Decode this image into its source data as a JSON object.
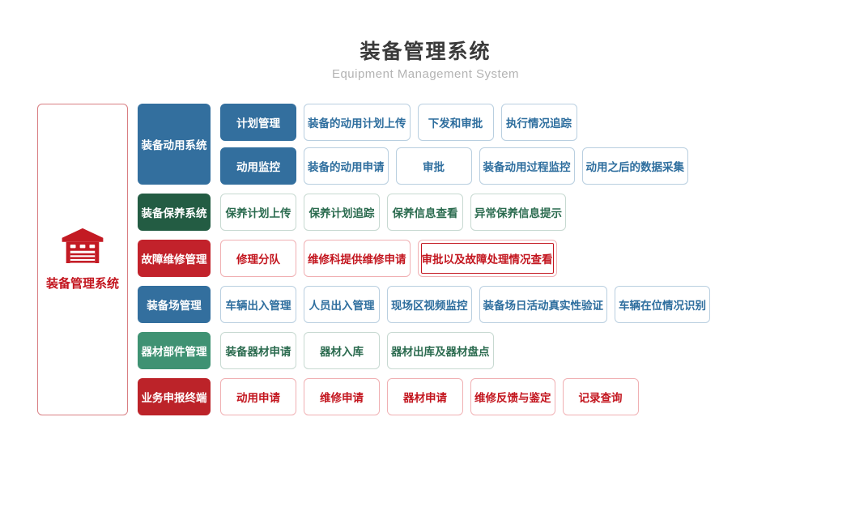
{
  "header": {
    "title": "装备管理系统",
    "subtitle": "Equipment Management System"
  },
  "root": {
    "label": "装备管理系统",
    "icon": "warehouse-icon"
  },
  "colors": {
    "blue": "#336f9e",
    "dark_green": "#235c43",
    "red": "#c2222b",
    "green": "#3f9273",
    "dark_red": "#bc2329",
    "accent_red": "#c3161f",
    "blue_outline_border": "#b9cfe0",
    "green_outline_border": "#c7d9d1",
    "red_outline_border": "#f0b0b3",
    "title_text": "#3a3a3a",
    "subtitle_text": "#b3b3b3"
  },
  "groups": [
    {
      "category": {
        "label": "装备动用系统",
        "theme": "blue"
      },
      "rows": [
        {
          "items": [
            {
              "label": "计划管理",
              "style": "blue-solid"
            },
            {
              "label": "装备的动用计划上传",
              "style": "blue-outline"
            },
            {
              "label": "下发和审批",
              "style": "blue-outline"
            },
            {
              "label": "执行情况追踪",
              "style": "blue-outline"
            }
          ]
        },
        {
          "items": [
            {
              "label": "动用监控",
              "style": "blue-solid"
            },
            {
              "label": "装备的动用申请",
              "style": "blue-outline"
            },
            {
              "label": "审批",
              "style": "blue-outline"
            },
            {
              "label": "装备动用过程监控",
              "style": "blue-outline"
            },
            {
              "label": "动用之后的数据采集",
              "style": "blue-outline"
            }
          ]
        }
      ]
    },
    {
      "category": {
        "label": "装备保养系统",
        "theme": "dark-green"
      },
      "rows": [
        {
          "items": [
            {
              "label": "保养计划上传",
              "style": "green-outline"
            },
            {
              "label": "保养计划追踪",
              "style": "green-outline"
            },
            {
              "label": "保养信息查看",
              "style": "green-outline"
            },
            {
              "label": "异常保养信息提示",
              "style": "green-outline"
            }
          ]
        }
      ]
    },
    {
      "category": {
        "label": "故障维修管理",
        "theme": "red"
      },
      "rows": [
        {
          "items": [
            {
              "label": "修理分队",
              "style": "red-outline"
            },
            {
              "label": "维修科提供维修申请",
              "style": "red-outline"
            },
            {
              "label": "审批以及故障处理情况查看",
              "style": "red-outline-double"
            }
          ]
        }
      ]
    },
    {
      "category": {
        "label": "装备场管理",
        "theme": "blue"
      },
      "rows": [
        {
          "items": [
            {
              "label": "车辆出入管理",
              "style": "blue-outline"
            },
            {
              "label": "人员出入管理",
              "style": "blue-outline"
            },
            {
              "label": "现场区视频监控",
              "style": "blue-outline"
            },
            {
              "label": "装备场日活动真实性验证",
              "style": "blue-outline"
            },
            {
              "label": "车辆在位情况识别",
              "style": "blue-outline"
            }
          ]
        }
      ]
    },
    {
      "category": {
        "label": "器材部件管理",
        "theme": "green"
      },
      "rows": [
        {
          "items": [
            {
              "label": "装备器材申请",
              "style": "green-outline"
            },
            {
              "label": "器材入库",
              "style": "green-outline"
            },
            {
              "label": "器材出库及器材盘点",
              "style": "green-outline"
            }
          ]
        }
      ]
    },
    {
      "category": {
        "label": "业务申报终端",
        "theme": "dark-red"
      },
      "rows": [
        {
          "items": [
            {
              "label": "动用申请",
              "style": "red-outline"
            },
            {
              "label": "维修申请",
              "style": "red-outline"
            },
            {
              "label": "器材申请",
              "style": "red-outline"
            },
            {
              "label": "维修反馈与鉴定",
              "style": "red-outline"
            },
            {
              "label": "记录查询",
              "style": "red-outline"
            }
          ]
        }
      ]
    }
  ]
}
